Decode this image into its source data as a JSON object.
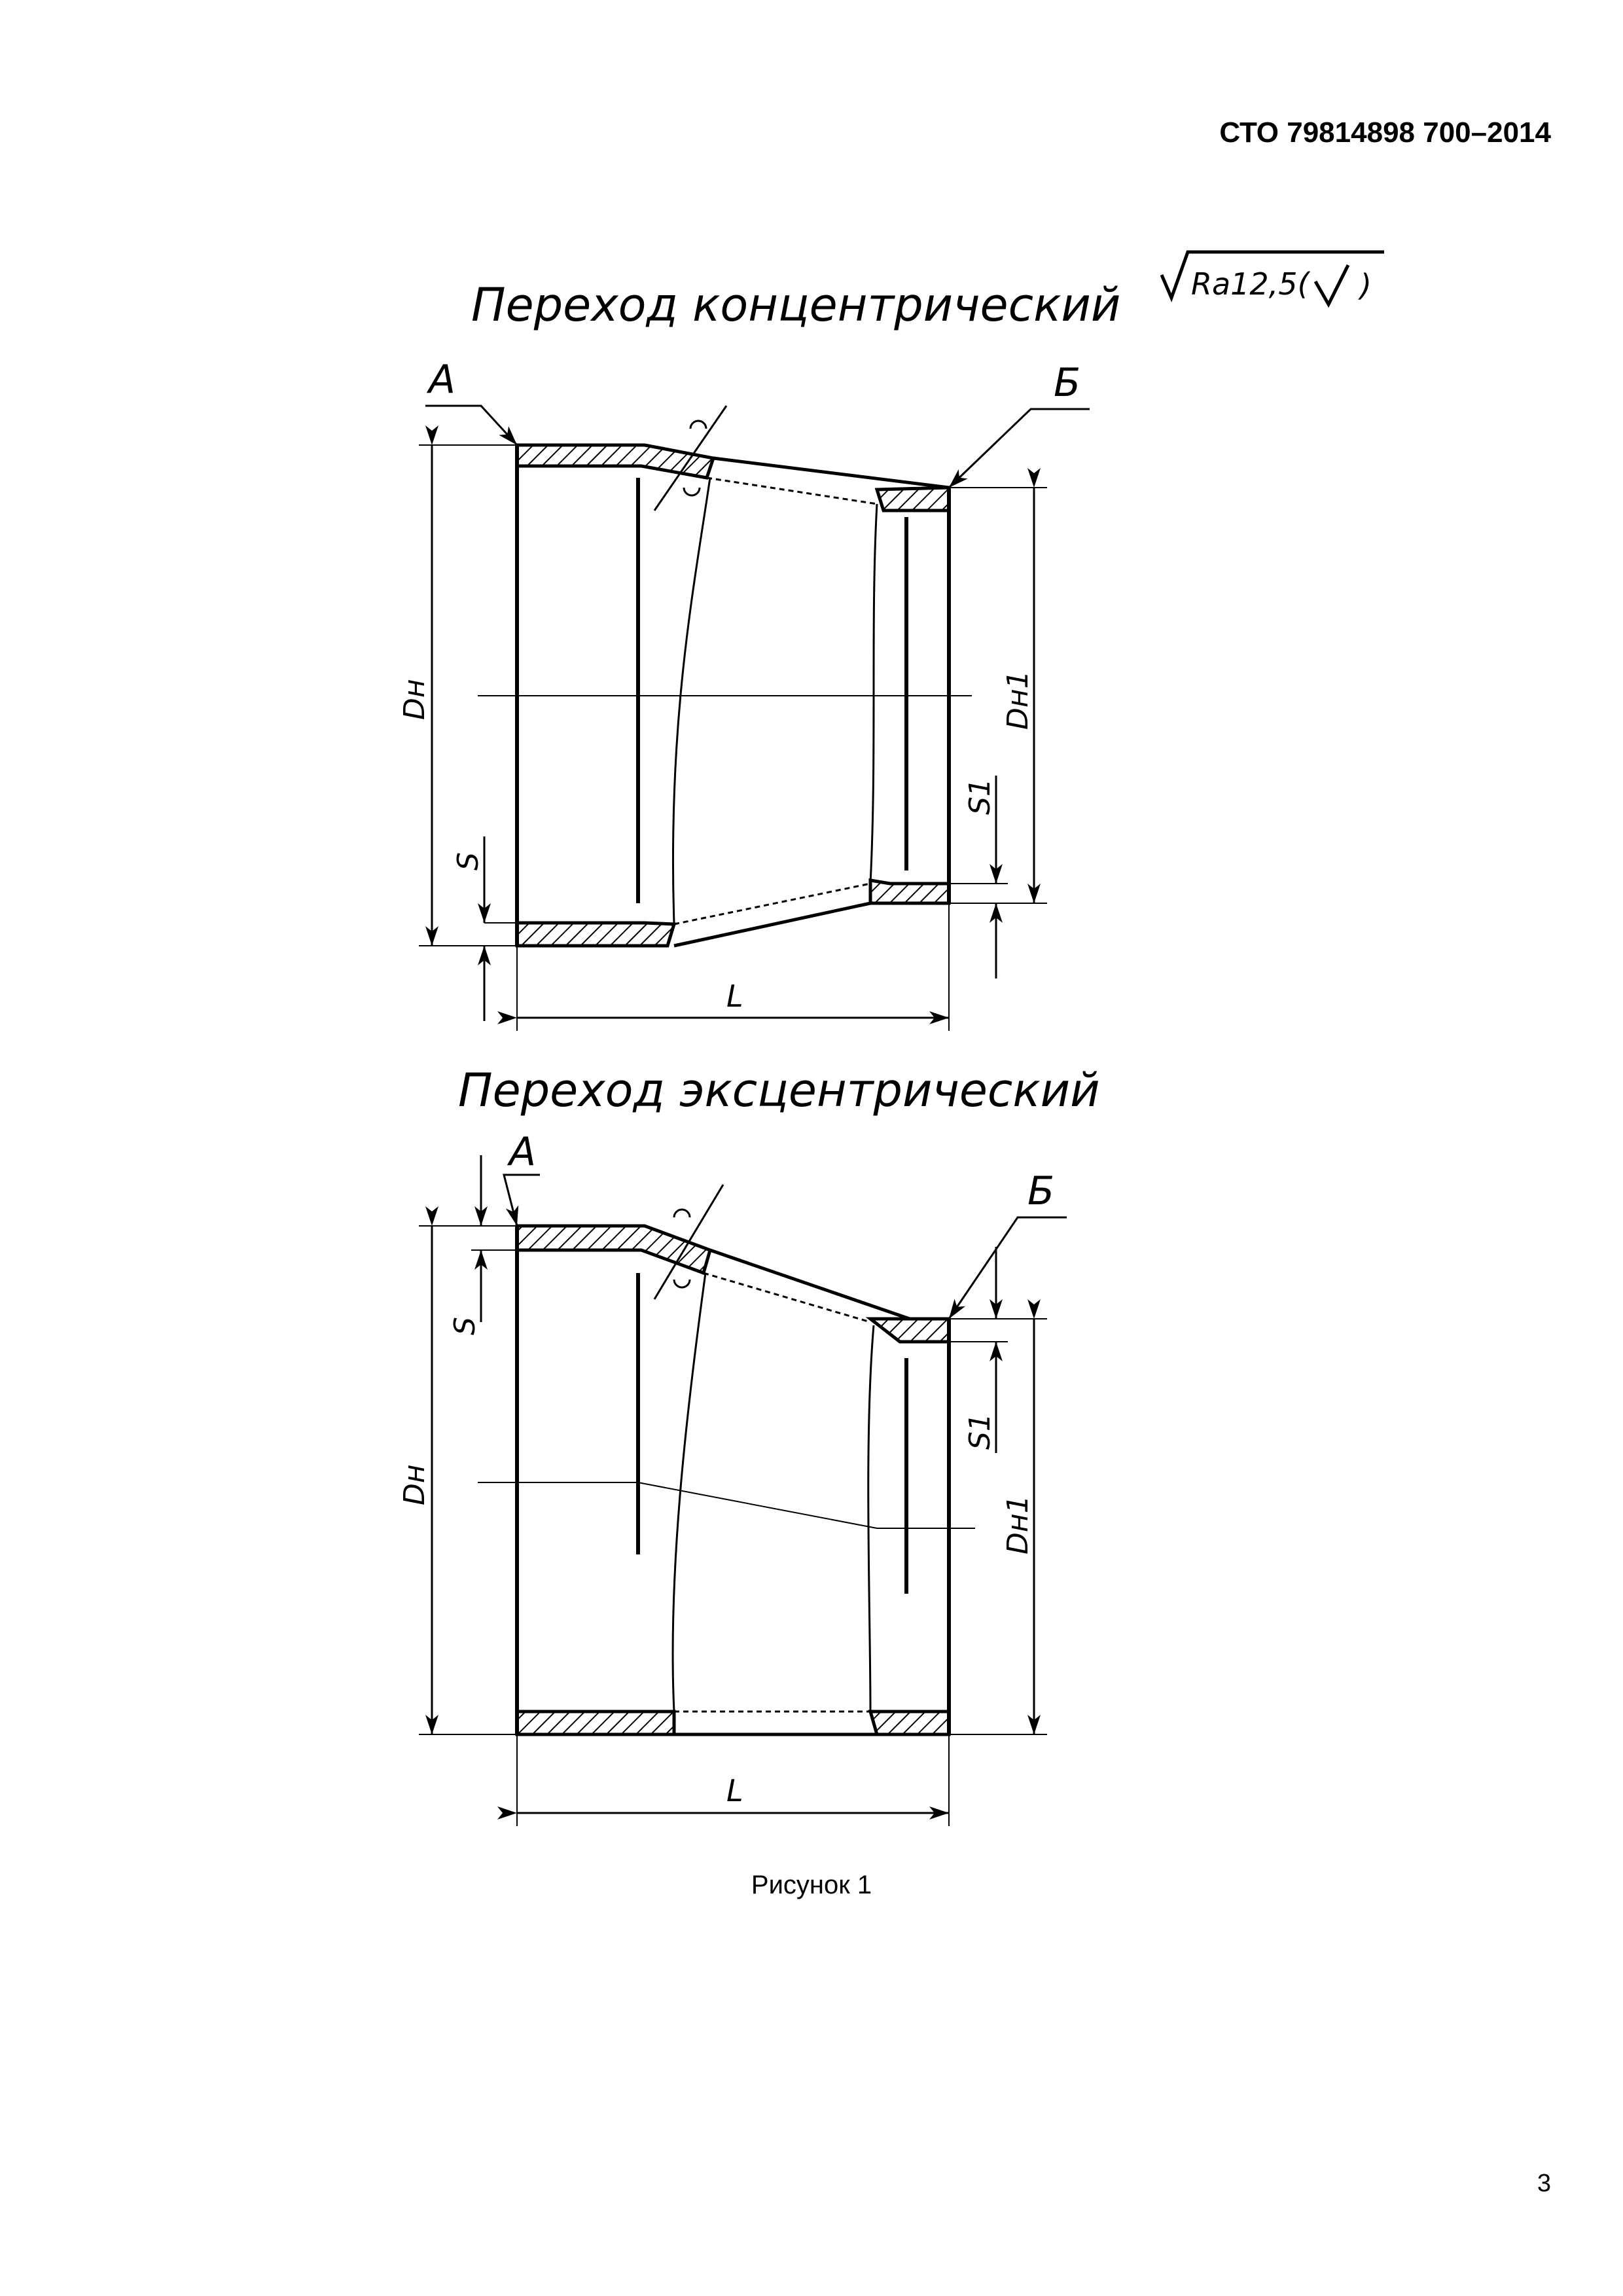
{
  "header": {
    "standard": "СТО 79814898 700–2014"
  },
  "roughness": {
    "text": "Ra12,5(",
    "tail": ")"
  },
  "figures": [
    {
      "title": "Переход  концентрический",
      "labels": {
        "end_a": "А",
        "end_b": "Б",
        "dn": "Dн",
        "dn1": "Dн1",
        "s": "S",
        "s1": "S1",
        "l": "L"
      }
    },
    {
      "title": "Переход  эксцентрический",
      "labels": {
        "end_a": "А",
        "end_b": "Б",
        "dn": "Dн",
        "dn1": "Dн1",
        "s": "S",
        "s1": "S1",
        "l": "L"
      }
    }
  ],
  "caption": "Рисунок 1",
  "page_number": "3"
}
